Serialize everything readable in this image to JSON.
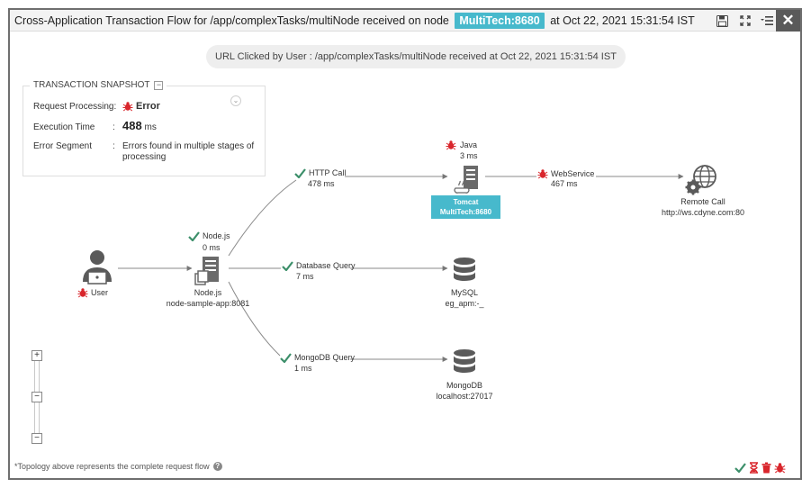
{
  "window": {
    "title_prefix": "Cross-Application Transaction Flow for /app/complexTasks/multiNode received on node",
    "title_node": "MultiTech:8680",
    "title_suffix": "at Oct 22, 2021 15:31:54 IST",
    "close_label": "✕"
  },
  "url_info": "URL Clicked by User : /app/complexTasks/multiNode received at Oct 22, 2021 15:31:54 IST",
  "snapshot": {
    "title": "TRANSACTION SNAPSHOT",
    "collapse_label": "−",
    "rows": [
      {
        "key": "Request Processing:",
        "colon": "",
        "value": "Error"
      },
      {
        "key": "Execution Time",
        "colon": ":",
        "value": "488",
        "unit": "ms"
      },
      {
        "key": "Error Segment",
        "colon": ":",
        "value": "Errors found in multiple stages of processing"
      }
    ],
    "expand_label": "⌄"
  },
  "topology": {
    "user": {
      "label": "User"
    },
    "nodejs": {
      "status_label": "Node.js",
      "time": "0 ms",
      "name": "Node.js",
      "host": "node-sample-app:8081"
    },
    "http_call": {
      "label": "HTTP Call",
      "time": "478 ms"
    },
    "db_query": {
      "label": "Database Query",
      "time": "7 ms"
    },
    "mongo_query": {
      "label": "MongoDB Query",
      "time": "1 ms"
    },
    "java": {
      "label": "Java",
      "time": "3 ms"
    },
    "tomcat": {
      "name": "Tomcat",
      "host": "MultiTech:8680"
    },
    "webservice": {
      "label": "WebService",
      "time": "467 ms"
    },
    "remote": {
      "name": "Remote Call",
      "host": "http://ws.cdyne.com:80"
    },
    "mysql": {
      "name": "MySQL",
      "host": "eg_apm:-_"
    },
    "mongodb": {
      "name": "MongoDB",
      "host": "localhost:27017"
    }
  },
  "zoom": {
    "plus": "+",
    "minus": "−",
    "mid": "−"
  },
  "footnote": "*Topology above represents the complete request flow",
  "colors": {
    "accent": "#47b9cc",
    "error": "#d9262c",
    "ok": "#3c8f6a",
    "icon": "#666666"
  }
}
